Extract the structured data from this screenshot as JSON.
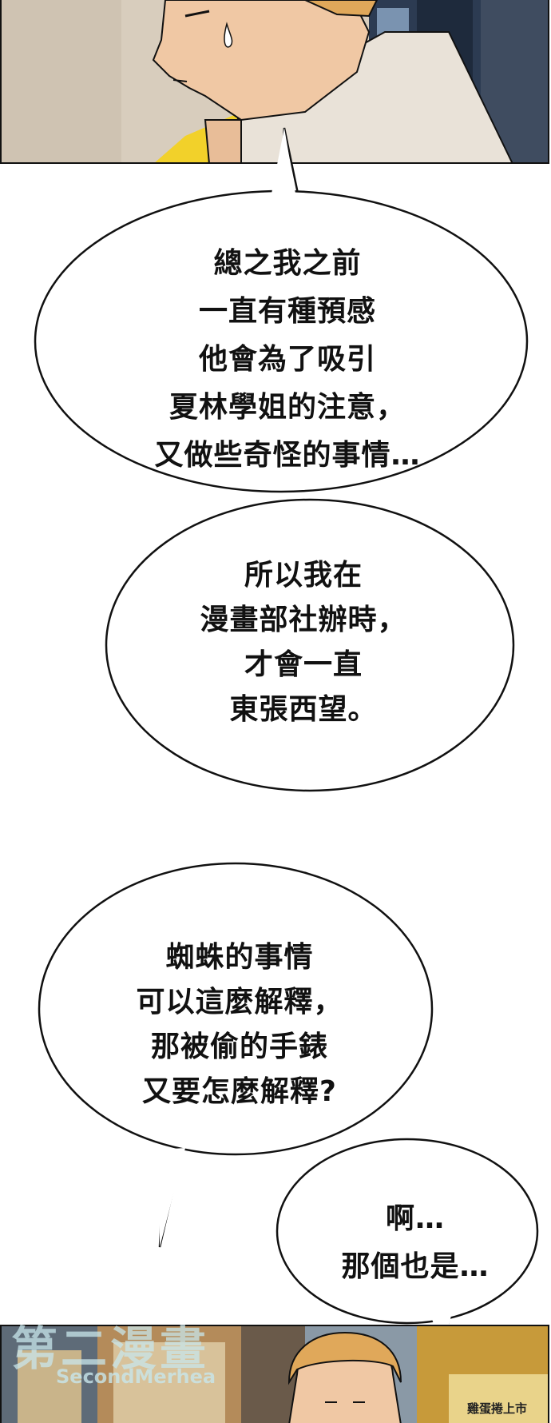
{
  "bubbles": [
    {
      "text": "總之我之前\n一直有種預感\n他會為了吸引\n夏林學姐的注意，\n又做些奇怪的事情…"
    },
    {
      "text": "所以我在\n漫畫部社辦時，\n才會一直\n東張西望。"
    },
    {
      "text": "蜘蛛的事情\n可以這麼解釋，\n那被偷的手錶\n又要怎麼解釋?"
    },
    {
      "text": "啊…\n那個也是…"
    }
  ],
  "watermark": {
    "main": "第二漫畫",
    "sub": "SecondMerhea"
  },
  "shop_sign": "雞蛋捲上市",
  "colors": {
    "outline": "#111111",
    "skin": "#f0c8a4",
    "hair": "#e0a85a"
  }
}
